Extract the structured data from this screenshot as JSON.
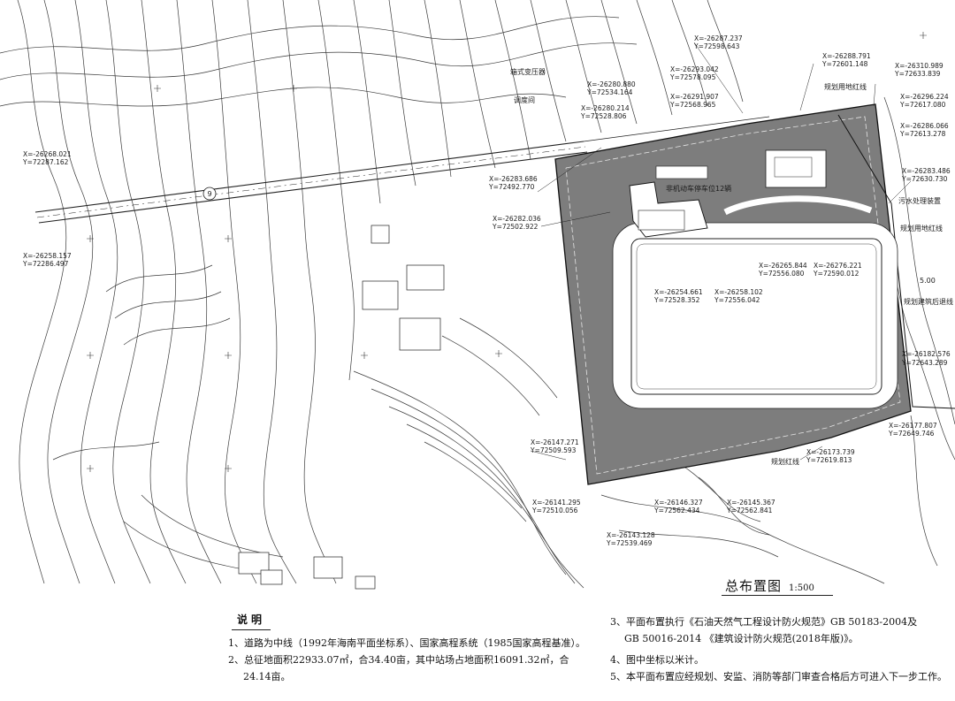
{
  "title": "总布置图",
  "scale": "1:500",
  "notes_heading": "说明",
  "notes": [
    "1、道路为中线（1992年海南平面坐标系）、国家高程系统（1985国家高程基准）。",
    "2、总征地面积22933.07㎡，合34.40亩，其中站场占地面积16091.32㎡，合",
    "24.14亩。",
    "3、平面布置执行《石油天然气工程设计防火规范》GB 50183-2004及",
    "GB 50016-2014 《建筑设计防火规范(2018年版)》。",
    "4、图中坐标以米计。",
    "5、本平面布置应经规划、安监、消防等部门审查合格后方可进入下一步工作。"
  ],
  "labels": {
    "transformer": "箱式变压器",
    "dispatch": "调度间",
    "parking": "非机动车停车位12辆",
    "land_line_1": "规划用地红线",
    "land_line_2": "规划用地红线",
    "sewage": "污水处理装置",
    "setback": "规划建筑后退线",
    "red_line": "规划红线",
    "road_no": "9",
    "elev_500": "5.00"
  },
  "coordinates": [
    [
      "X=-26287.237",
      "Y=72598.643"
    ],
    [
      "X=-26288.791",
      "Y=72601.148"
    ],
    [
      "X=-26310.989",
      "Y=72633.839"
    ],
    [
      "X=-26293.042",
      "Y=72578.095"
    ],
    [
      "X=-26280.880",
      "Y=72534.164"
    ],
    [
      "X=-26291.907",
      "Y=72568.965"
    ],
    [
      "X=-26280.214",
      "Y=72528.806"
    ],
    [
      "X=-26296.224",
      "Y=72617.080"
    ],
    [
      "X=-26286.066",
      "Y=72613.278"
    ],
    [
      "X=-26268.021",
      "Y=72287.162"
    ],
    [
      "X=-26283.486",
      "Y=72630.730"
    ],
    [
      "X=-26283.686",
      "Y=72492.770"
    ],
    [
      "X=-26282.036",
      "Y=72502.922"
    ],
    [
      "X=-26258.157",
      "Y=72286.497"
    ],
    [
      "X=-26265.844",
      "Y=72556.080"
    ],
    [
      "X=-26276.221",
      "Y=72590.012"
    ],
    [
      "X=-26254.661",
      "Y=72528.352"
    ],
    [
      "X=-26258.102",
      "Y=72556.042"
    ],
    [
      "X=-26182.576",
      "Y=72643.289"
    ],
    [
      "X=-26147.271",
      "Y=72509.593"
    ],
    [
      "X=-26177.807",
      "Y=72649.746"
    ],
    [
      "X=-26173.739",
      "Y=72619.813"
    ],
    [
      "X=-26141.295",
      "Y=72510.056"
    ],
    [
      "X=-26146.327",
      "Y=72562.434"
    ],
    [
      "X=-26145.367",
      "Y=72562.841"
    ],
    [
      "X=-26143.128",
      "Y=72539.469"
    ]
  ]
}
